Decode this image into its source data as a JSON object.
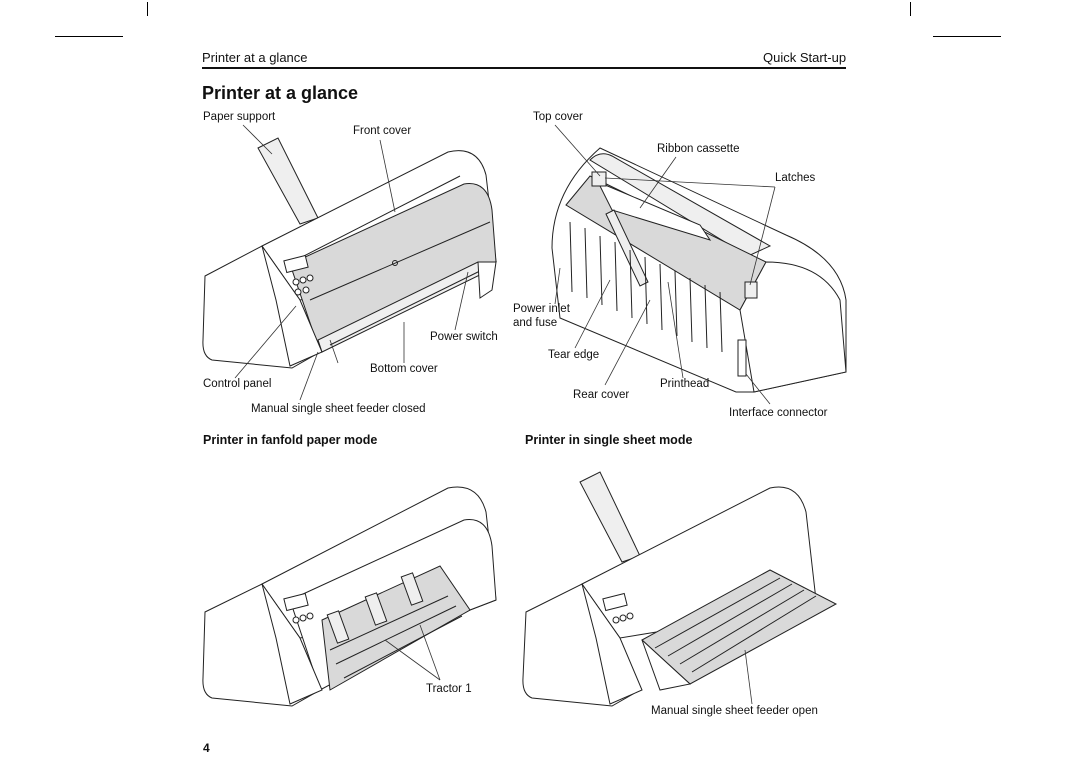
{
  "header": {
    "section_left": "Printer at a glance",
    "section_right": "Quick Start-up"
  },
  "page_title": "Printer at a glance",
  "labels_top_left": {
    "paper_support": "Paper support",
    "front_cover": "Front cover",
    "power_switch": "Power switch",
    "bottom_cover": "Bottom cover",
    "control_panel": "Control panel",
    "manual_feeder_closed": "Manual single sheet feeder closed"
  },
  "labels_top_right": {
    "top_cover": "Top cover",
    "ribbon_cassette": "Ribbon cassette",
    "latches": "Latches",
    "power_inlet_line1": "Power inlet",
    "power_inlet_line2": "and fuse",
    "tear_edge": "Tear edge",
    "rear_cover": "Rear cover",
    "printhead": "Printhead",
    "interface_connector": "Interface connector"
  },
  "subheadings": {
    "fanfold": "Printer in fanfold paper mode",
    "single_sheet": "Printer in single sheet mode"
  },
  "labels_bottom": {
    "tractor": "Tractor 1",
    "manual_feeder_open": "Manual single sheet feeder open"
  },
  "page_number": "4"
}
